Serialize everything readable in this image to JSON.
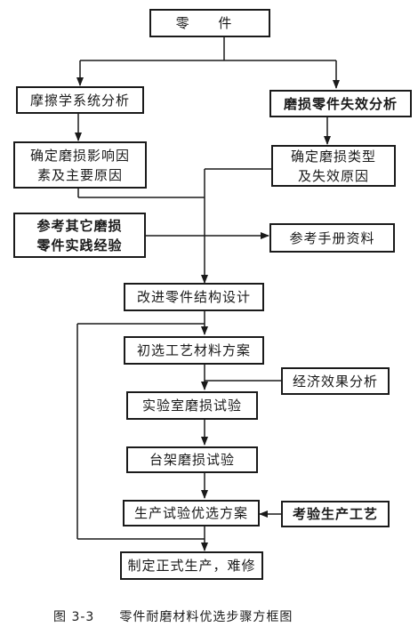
{
  "nodes": {
    "part": "零   件",
    "wear_system": "摩擦学系统分析",
    "wear_failure": "磨损零件失效分析",
    "factors": "确定磨损影响因\n素及主要原因",
    "types": "确定磨损类型\n及失效原因",
    "experience": "参考其它磨损\n零件实践经验",
    "handbook": "参考手册资料",
    "improve": "改进零件结构设计",
    "primary": "初选工艺材料方案",
    "economic": "经济效果分析",
    "lab_test": "实验室磨损试验",
    "bench_test": "台架磨损试验",
    "production_test": "生产试验优选方案",
    "inspect": "考验生产工艺",
    "final": "制定正式生产，难修"
  },
  "caption": {
    "figure": "图 3-3",
    "title": "零件耐磨材料优选步骤方框图"
  }
}
